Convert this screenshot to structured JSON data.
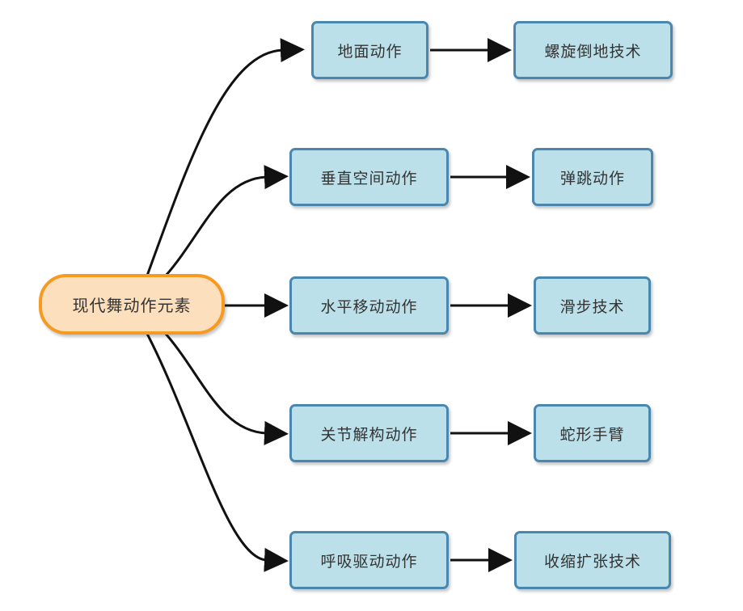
{
  "diagram": {
    "root": {
      "label": "现代舞动作元素"
    },
    "branches": [
      {
        "category": "地面动作",
        "technique": "螺旋倒地技术"
      },
      {
        "category": "垂直空间动作",
        "technique": "弹跳动作"
      },
      {
        "category": "水平移动动作",
        "technique": "滑步技术"
      },
      {
        "category": "关节解构动作",
        "technique": "蛇形手臂"
      },
      {
        "category": "呼吸驱动动作",
        "technique": "收缩扩张技术"
      }
    ]
  },
  "colors": {
    "node_border": "#4a87ae",
    "node_fill": "#bce0ea",
    "root_border": "#f79a21",
    "root_fill": "#fcdfbc",
    "edge": "#111111",
    "text": "#333333",
    "background": "#ffffff"
  }
}
